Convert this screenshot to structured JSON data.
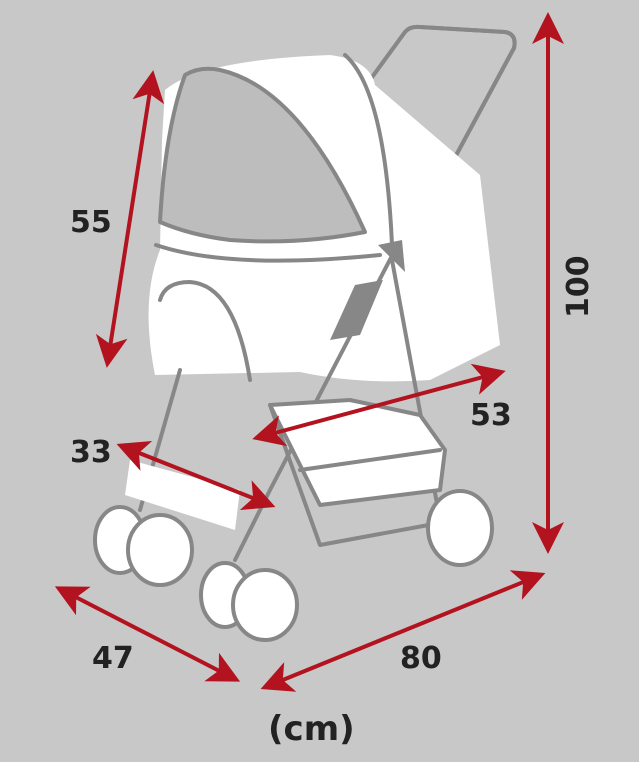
{
  "colors": {
    "background": "#c8c8c8",
    "arrow": "#b3121f",
    "outline": "#878787",
    "fill": "#ffffff",
    "window": "#bdbdbd"
  },
  "dimensions": {
    "canopy_height": "55",
    "total_height": "100",
    "seat_depth": "53",
    "seat_width": "33",
    "width": "47",
    "length": "80"
  },
  "unit": "(cm)"
}
